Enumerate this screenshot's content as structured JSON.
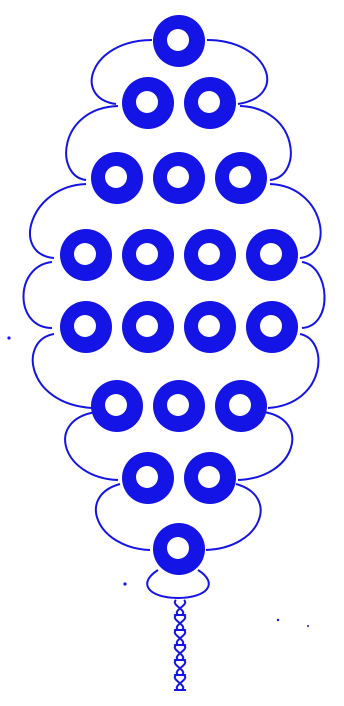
{
  "diagram": {
    "bead_color": "#1414e6",
    "hole_color": "#ffffff",
    "wire_color": "#1414e6",
    "background": "#ffffff",
    "rows_bead_counts": [
      1,
      2,
      3,
      4,
      4,
      3,
      2,
      1
    ],
    "total_beads": 20,
    "stem_twists": 6
  }
}
